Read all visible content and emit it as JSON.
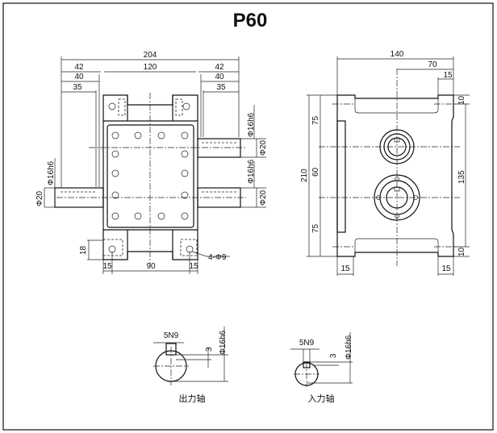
{
  "title": "P60",
  "front_view": {
    "overall_width": "204",
    "left_shaft_42": "42",
    "body_width": "120",
    "right_shaft_42": "42",
    "left_40": "40",
    "right_40": "40",
    "left_35": "35",
    "right_35": "35",
    "shaft_fit_1": "Φ16h6",
    "shaft_dia_1": "Φ20",
    "shaft_fit_2": "Φ16h6",
    "shaft_dia_2": "Φ20",
    "left_shaft_fit": "Φ16h6",
    "left_shaft_dia": "Φ20",
    "foot_height": "18",
    "foot_left": "15",
    "hole_spacing": "90",
    "foot_right": "15",
    "holes": "4-Φ9"
  },
  "side_view": {
    "width": "140",
    "half_width": "70",
    "ear_15_top": "15",
    "height": "210",
    "upper_75": "75",
    "center_60": "60",
    "lower_75": "75",
    "span_135": "135",
    "ear_10_top": "10",
    "ear_10_bottom": "10",
    "foot_left": "15",
    "foot_right": "15"
  },
  "shaft_details": {
    "output": {
      "key": "5N9",
      "depth": "3",
      "fit": "Φ16h6",
      "label": "出力轴"
    },
    "input": {
      "key": "5N9",
      "depth": "3",
      "fit": "Φ16h6",
      "label": "入力轴"
    }
  }
}
